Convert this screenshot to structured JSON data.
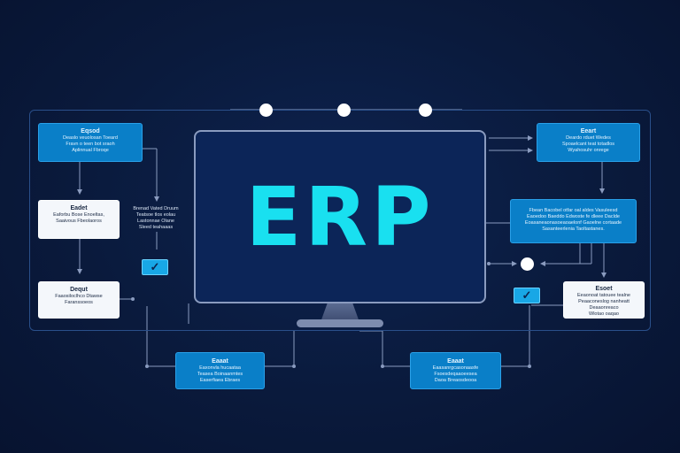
{
  "diagram": {
    "center": {
      "label": "ERP"
    },
    "left_cards": [
      {
        "title": "Eqsod",
        "lines": [
          "Deaslo veuolosan Toeard",
          "Fravn o teen bot sraoh",
          "Aplinnual Fbroqe"
        ],
        "style": "blue"
      },
      {
        "title": "Eadet",
        "lines": [
          "Eaforbu Bose Enoeltas,",
          "Saaivous Fbeolaoros"
        ],
        "style": "white"
      },
      {
        "title": "Dequt",
        "lines": [
          "Faaosiloclhco Dtawse",
          "Faranssoeos"
        ],
        "style": "white"
      }
    ],
    "left_floating_text": [
      "Brenad Vated Druum",
      "Teatsoe tlos eolau",
      "Lastonnae Olane",
      "Sleed teahaaas"
    ],
    "right_cards": [
      {
        "title": "Eeart",
        "lines": [
          "Deardo rduet Wedes",
          "Spoaelcant teat totadlos",
          "Wyahosuhr onrege"
        ],
        "style": "blue"
      },
      {
        "title": "",
        "lines": [
          "Fbean Bacobel otfar oal aldes Vasuleesd",
          "Eaoedoo Baeddo Edwoste fe dleee Daclde",
          "Eoasaneaonasoeaoaelonf Gaoelne cortaade",
          "Sasanteerlenia Taoltastanes."
        ],
        "style": "blue"
      },
      {
        "title": "Esoet",
        "lines": [
          "Eeaonoat tatouee tealne",
          "Peaaconeslog nanheatt",
          "Deaaonreaco",
          "Wlotao oaqao"
        ],
        "style": "white"
      }
    ],
    "bottom_cards": [
      {
        "title": "Eaaat",
        "lines": [
          "Eaxonvla hucaataa",
          "Teasea Boinaanmtes",
          "Easerfiaea Ebraes"
        ],
        "style": "blue"
      },
      {
        "title": "Eaaat",
        "lines": [
          "Eaasanrgcasonaasfe",
          "Fsoesdeqaaoeesea",
          "Daoa Breaosdeooa"
        ],
        "style": "blue"
      }
    ],
    "check_icons": [
      "check-icon",
      "check-icon"
    ],
    "colors": {
      "accent": "#19e0f0",
      "card_blue": "#0a7fc8",
      "background": "#0a1a3c",
      "wire": "#8a9bbf"
    }
  }
}
